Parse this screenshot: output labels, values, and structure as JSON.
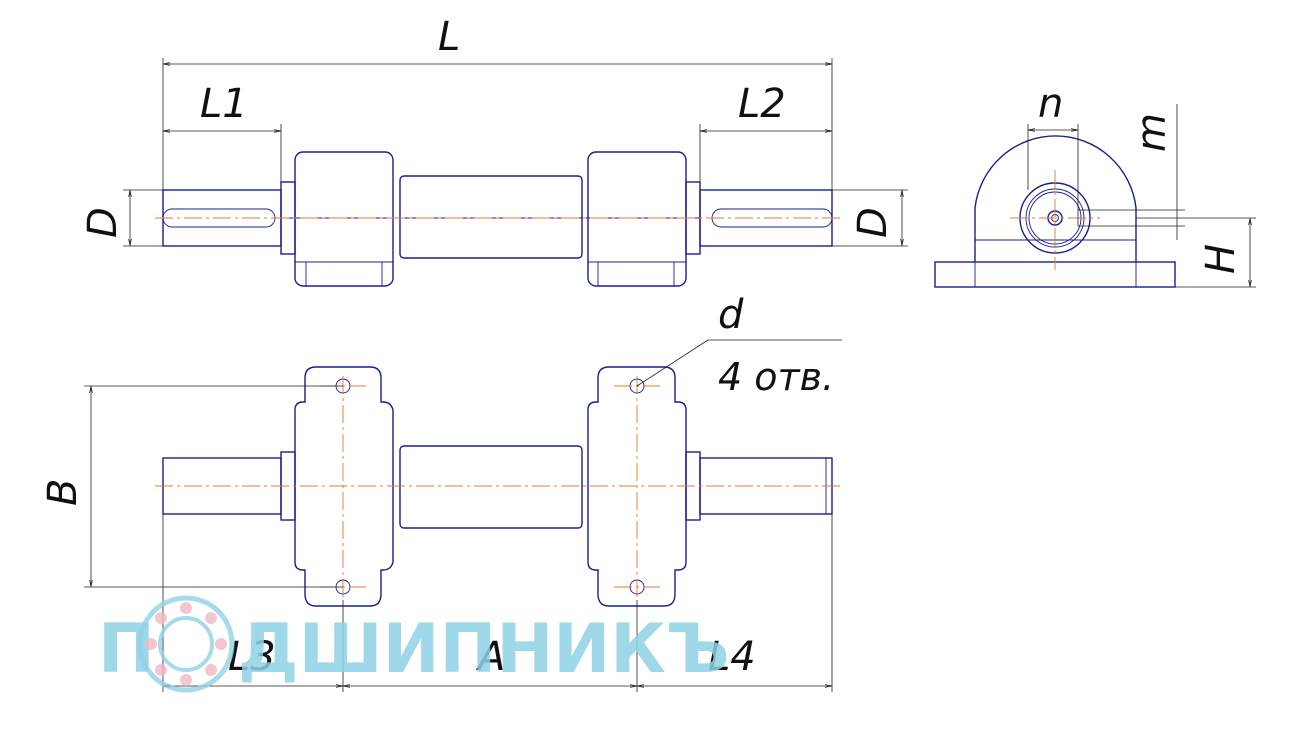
{
  "labels": {
    "overall_length": "L",
    "left_shaft_length": "L1",
    "right_shaft_length": "L2",
    "left_diameter": "D",
    "right_diameter": "D",
    "slot_width": "n",
    "slot_depth": "m",
    "height": "H",
    "hole_diameter": "d",
    "holes_count": "4 отв.",
    "base_width": "B",
    "left_offset": "L3",
    "mount_spacing": "A",
    "right_offset": "L4"
  },
  "watermark": {
    "text_left": "П",
    "text_right": "ДШИПНИКЪ"
  },
  "colors": {
    "outline": "#1a1f8c",
    "centerline": "#e8792a",
    "dimension": "#222222",
    "watermark": "#8fd3e6"
  }
}
